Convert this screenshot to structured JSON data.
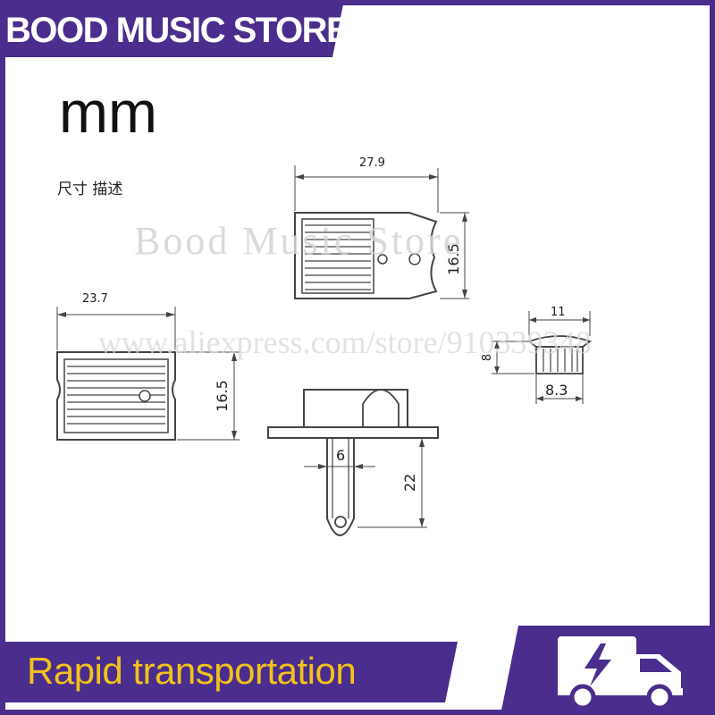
{
  "header": {
    "store_name": "BOOD MUSIC STORE"
  },
  "unit_label": "mm",
  "description_label": "尺寸  描述",
  "watermark": {
    "store": "Bood Music Store",
    "url": "www.aliexpress.com/store/910339348"
  },
  "dimensions": {
    "top_plate_width": "27.9",
    "top_plate_height": "16.5",
    "front_plate_width": "23.7",
    "front_plate_height": "16.5",
    "pin_width": "6",
    "pin_length": "22",
    "cap_top_width": "11",
    "cap_height": "8",
    "cap_bottom_width": "8.3"
  },
  "footer": {
    "slogan": "Rapid transportation"
  },
  "colors": {
    "brand_purple": "#4a2d8c",
    "banner_text": "#f2c21b",
    "line": "#444444"
  },
  "icons": [
    "delivery-truck-icon",
    "lightning-bolt-icon"
  ]
}
